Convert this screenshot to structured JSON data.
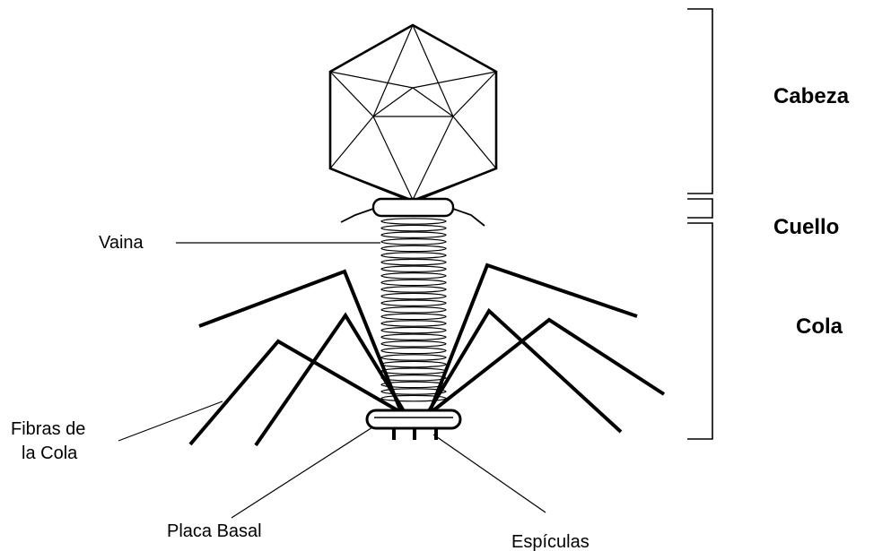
{
  "labels": {
    "head": "Cabeza",
    "neck": "Cuello",
    "tail": "Cola",
    "sheath": "Vaina",
    "tail_fibers_line1": "Fibras de",
    "tail_fibers_line2": "la Cola",
    "base_plate": "Placa Basal",
    "spikes": "Espículas"
  },
  "colors": {
    "stroke": "#000000",
    "background": "#ffffff"
  }
}
